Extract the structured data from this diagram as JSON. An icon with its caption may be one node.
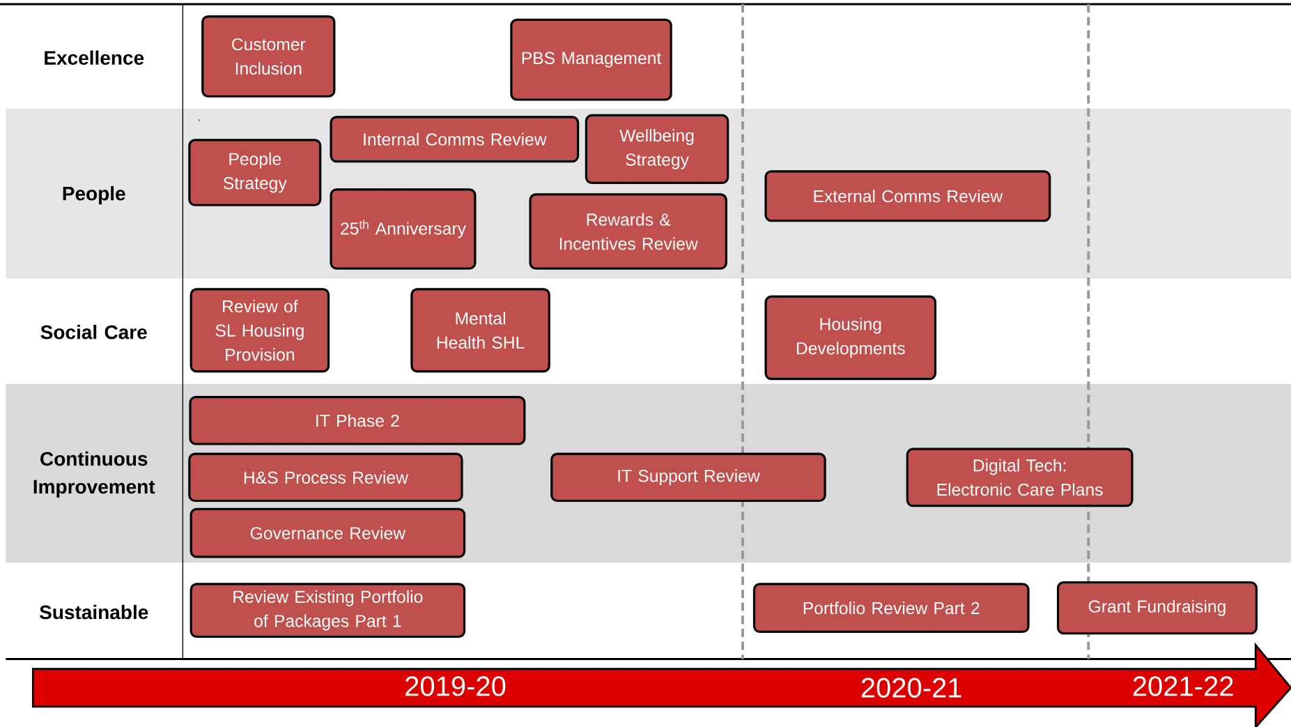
{
  "diagram": {
    "nodes": [
      {
        "text": [
          "Customer Inclusion"
        ]
      },
      {
        "text": [
          "PBS Management"
        ]
      },
      {
        "text": [
          "People Strategy"
        ]
      },
      {
        "text": [
          "Internal Comms Review"
        ]
      },
      {
        "text": [
          "Wellbeing Strategy"
        ]
      },
      {
        "text": [
          "25$^{th}$ Anniversary"
        ]
      },
      {
        "text": [
          "Rewards & Incentives Review"
        ]
      },
      {
        "text": [
          "External Comms Review"
        ]
      },
      {
        "text": [
          "Review of SL Housing Provision"
        ]
      },
      {
        "text": [
          "Mental Health SHL"
        ]
      },
      {
        "text": [
          "Housing Developments"
        ]
      },
      {
        "text": [
          "IT Phase 2"
        ]
      },
      {
        "text": [
          "H&S Process Review"
        ]
      },
      {
        "text": [
          "IT Support Review"
        ]
      },
      {
        "text": [
          "Digital Tech: Electronic Care Plans"
        ]
      },
      {
        "text": [
          "Governance Review"
        ]
      },
      {
        "text": [
          "Review Existing Portfolio of Packages Part 1"
        ]
      },
      {
        "text": [
          "Portfolio Review Part 2"
        ]
      },
      {
        "text": [
          "Grant Fundraising"
        ]
      }
    ],
    "labels": [
      "Excellence",
      "`",
      "People",
      "Social Care",
      "Continuous Improvement",
      "Sustainable",
      "2019-20",
      "2020-21",
      "2021-22"
    ]
  }
}
